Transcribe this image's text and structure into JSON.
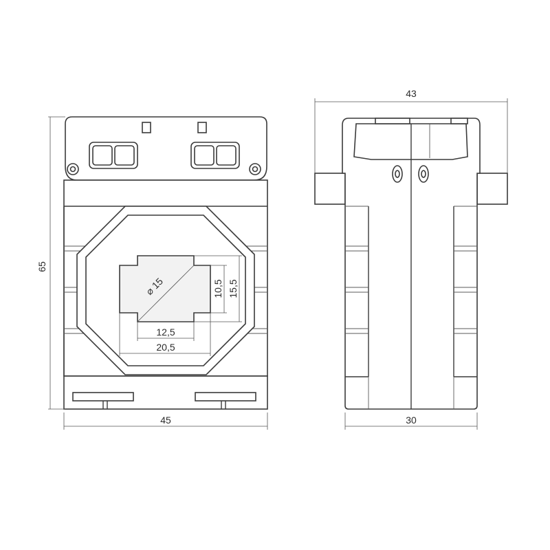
{
  "dimensions": {
    "front_height": "65",
    "front_width": "45",
    "side_width_top": "43",
    "side_width_bottom": "30",
    "window_diameter": "⌀ 15",
    "window_inner_height": "10,5",
    "window_outer_height": "15,5",
    "window_inner_width": "12,5",
    "window_outer_width": "20,5"
  }
}
